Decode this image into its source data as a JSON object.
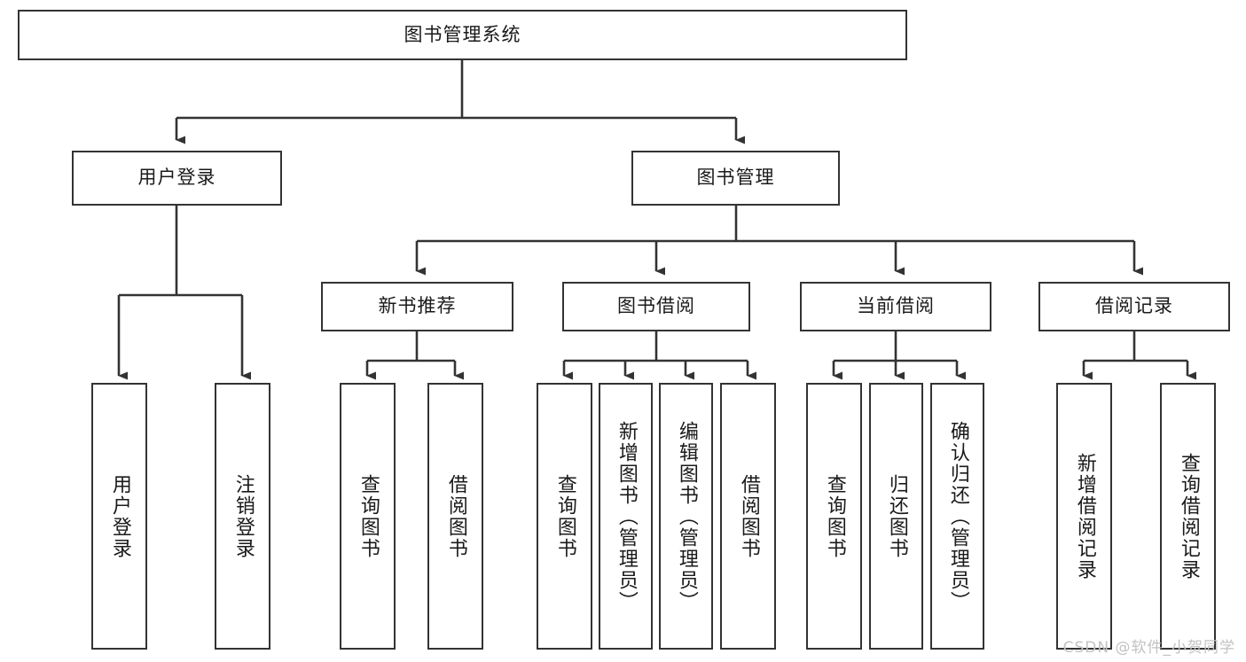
{
  "diagram": {
    "title": "图书管理系统",
    "type": "tree-hierarchy",
    "watermark": "CSDN @软件_小贺同学",
    "colors": {
      "box_border": "#333333",
      "box_fill": "#ffffff",
      "line": "#333333",
      "text": "#1a1a1a",
      "watermark": "#c2c2c2"
    },
    "nodes": {
      "root": "图书管理系统",
      "level2": {
        "user_login": "用户登录",
        "book_manage": "图书管理"
      },
      "level3": {
        "new_book_rec": "新书推荐",
        "book_borrow": "图书借阅",
        "current_borrow": "当前借阅",
        "borrow_record": "借阅记录"
      },
      "leaves": {
        "user_login_1": "用户登录",
        "user_login_2": "注销登录",
        "new_book_rec_1": "查询图书",
        "new_book_rec_2": "借阅图书",
        "book_borrow_1": "查询图书",
        "book_borrow_2": "新增图书（管理员）",
        "book_borrow_3": "编辑图书（管理员）",
        "book_borrow_4": "借阅图书",
        "current_borrow_1": "查询图书",
        "current_borrow_2": "归还图书",
        "current_borrow_3": "确认归还（管理员）",
        "borrow_record_1": "新增借阅记录",
        "borrow_record_2": "查询借阅记录"
      }
    }
  }
}
